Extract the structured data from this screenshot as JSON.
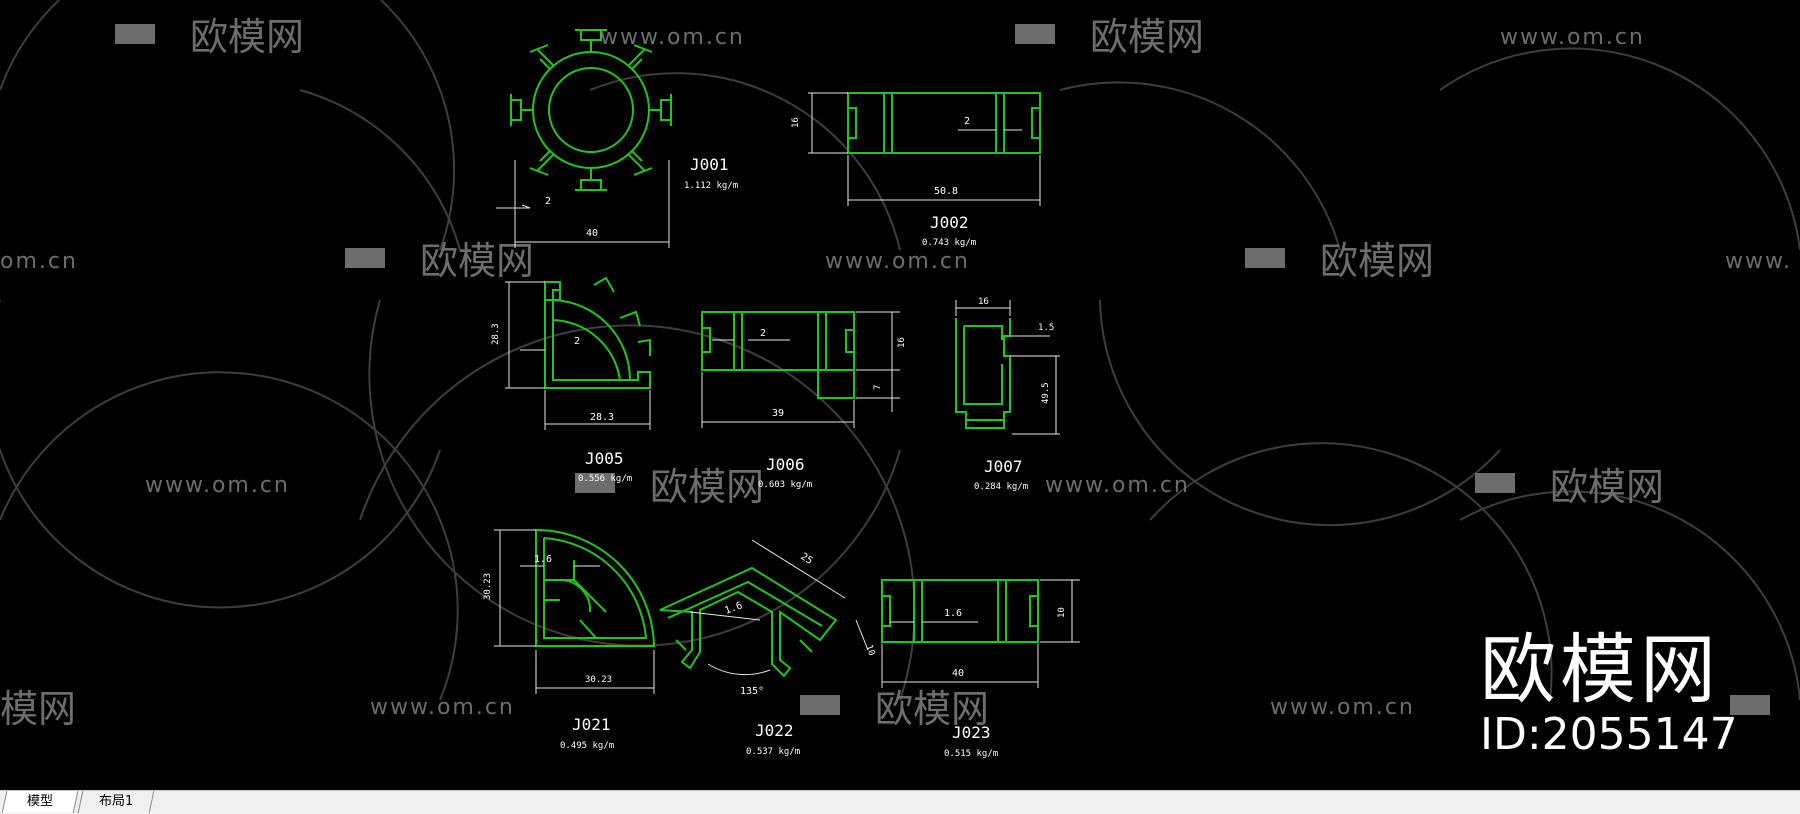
{
  "watermark": {
    "brand_text": "欧模网",
    "url_text": "www.om.cn",
    "url_fragment_left": "om.cn",
    "url_fragment_right": "www.",
    "brand_fragment_left": "模网"
  },
  "corner_brand": {
    "name": "欧模网",
    "id": "ID:2055147"
  },
  "profiles": [
    {
      "name": "J001",
      "weight": "1.112  kg/m",
      "dims": [
        "2",
        "40"
      ]
    },
    {
      "name": "J002",
      "weight": "0.743  kg/m",
      "dims": [
        "16",
        "2",
        "50.8"
      ]
    },
    {
      "name": "J005",
      "weight": "0.556  kg/m",
      "dims": [
        "28.3",
        "2",
        "28.3"
      ]
    },
    {
      "name": "J006",
      "weight": "0.603  kg/m",
      "dims": [
        "2",
        "16",
        "7",
        "39"
      ]
    },
    {
      "name": "J007",
      "weight": "0.284  kg/m",
      "dims": [
        "16",
        "1.5",
        "49.5"
      ]
    },
    {
      "name": "J021",
      "weight": "0.495  kg/m",
      "dims": [
        "30.23",
        "1.6",
        "30.23"
      ]
    },
    {
      "name": "J022",
      "weight": "0.537  kg/m",
      "dims": [
        "25",
        "1.6",
        "10",
        "135°"
      ]
    },
    {
      "name": "J023",
      "weight": "0.515  kg/m",
      "dims": [
        "1.6",
        "10",
        "40"
      ]
    }
  ],
  "tabs": [
    {
      "label": "模型",
      "active": true
    },
    {
      "label": "布局1",
      "active": false
    }
  ],
  "colors": {
    "canvas_background": "#000000",
    "profile_stroke": "#22c422",
    "dimension_stroke": "#e6e6e6",
    "watermark": "#6d6d6d"
  }
}
